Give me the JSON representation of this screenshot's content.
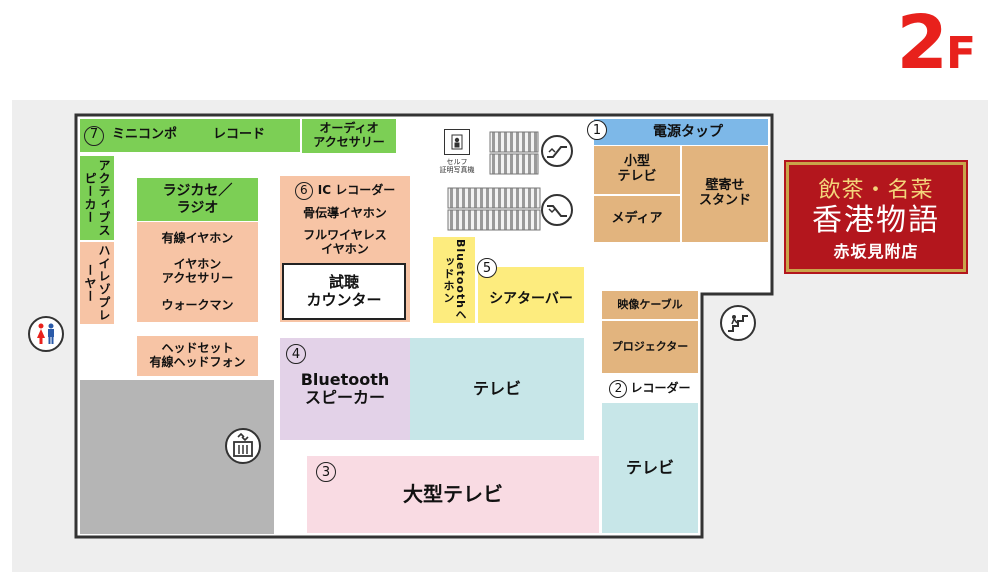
{
  "floor": {
    "number": "2",
    "suffix": "F"
  },
  "restaurant": {
    "line1": "飲茶・名菜",
    "line2": "香港物語",
    "line3": "赤坂見附店"
  },
  "self_photo_booth": {
    "label_line1": "セルフ",
    "label_line2": "証明写真機"
  },
  "zones": {
    "mini_compo": {
      "num": "7",
      "label": "ミニコンポ"
    },
    "record": {
      "label": "レコード"
    },
    "audio_acc": {
      "label": "オーディオ\nアクセサリー"
    },
    "active_speaker": {
      "label": "アクティブスピーカー"
    },
    "hires_player": {
      "label": "ハイレゾプレーヤー"
    },
    "radio_cassette": {
      "label": "ラジカセ／\nラジオ"
    },
    "wired_earphone": {
      "label": "有線イヤホン"
    },
    "earphone_acc": {
      "label": "イヤホン\nアクセサリー"
    },
    "walkman": {
      "label": "ウォークマン"
    },
    "headset": {
      "label": "ヘッドセット\n有線ヘッドフォン"
    },
    "ic_recorder": {
      "num": "6",
      "label": "IC レコーダー"
    },
    "bone_conduction": {
      "label": "骨伝導イヤホン"
    },
    "full_wireless": {
      "label": "フルワイヤレス\nイヤホン"
    },
    "listening_counter": {
      "label": "試聴\nカウンター"
    },
    "bt_headphone": {
      "label": "Bluetoothヘッドホン"
    },
    "theater_bar": {
      "num": "5",
      "label": "シアターバー"
    },
    "bt_speaker": {
      "num": "4",
      "label": "Bluetooth\nスピーカー"
    },
    "tv_center": {
      "label": "テレビ"
    },
    "large_tv": {
      "num": "3",
      "label": "大型テレビ"
    },
    "power_tap": {
      "num": "1",
      "label": "電源タップ"
    },
    "small_tv": {
      "label": "小型\nテレビ"
    },
    "media": {
      "label": "メディア"
    },
    "wall_stand": {
      "label": "壁寄せ\nスタンド"
    },
    "video_cable": {
      "label": "映像ケーブル"
    },
    "projector": {
      "label": "プロジェクター"
    },
    "recorder": {
      "num": "2",
      "label": "レコーダー"
    },
    "tv_right": {
      "label": "テレビ"
    }
  },
  "colors": {
    "green": "#7ccf55",
    "salmon": "#f7c4a5",
    "tan": "#e2b47e",
    "blue": "#7db8e8",
    "lavender": "#e3d2e8",
    "mint": "#c7e6e8",
    "pink": "#f9dbe3",
    "yellow": "#fdec7e",
    "gray": "#b5b5b5",
    "red": "#e8211c"
  }
}
